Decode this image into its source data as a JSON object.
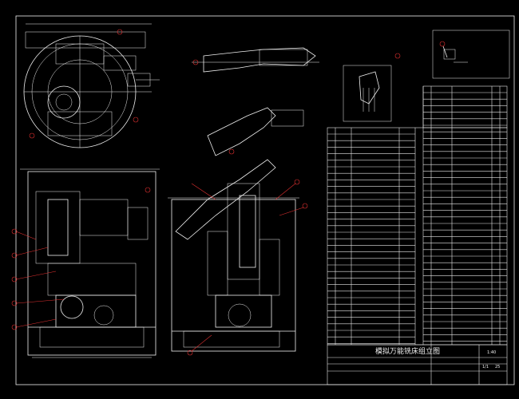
{
  "drawing": {
    "title": "模拟万能铣床组立图",
    "scale": "1:40",
    "sheet_number": "1/1",
    "page_mark": "25",
    "colors": {
      "background": "#000000",
      "linework": "#f0f0f0",
      "leaders": "#e03030"
    }
  }
}
